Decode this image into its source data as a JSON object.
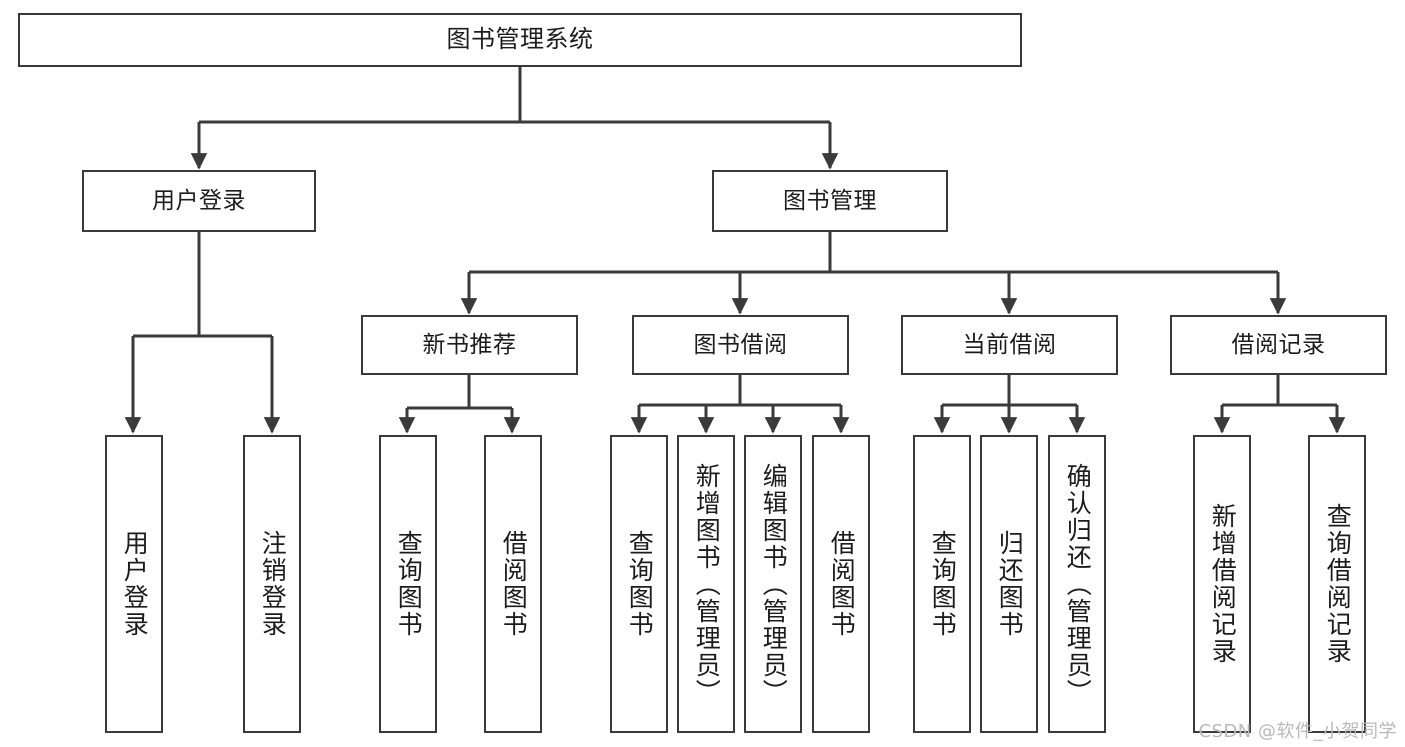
{
  "diagram": {
    "title_node": {
      "id": "root",
      "label": "图书管理系统"
    },
    "tier2": [
      {
        "id": "user-login",
        "label": "用户登录"
      },
      {
        "id": "book-manage",
        "label": "图书管理"
      }
    ],
    "tier3": [
      {
        "id": "new-book-rec",
        "label": "新书推荐"
      },
      {
        "id": "book-borrow",
        "label": "图书借阅"
      },
      {
        "id": "current-borrow",
        "label": "当前借阅"
      },
      {
        "id": "borrow-record",
        "label": "借阅记录"
      }
    ],
    "leaves": [
      {
        "id": "leaf-user-login",
        "label": "用户登录",
        "parent": "user-login"
      },
      {
        "id": "leaf-logout",
        "label": "注销登录",
        "parent": "user-login"
      },
      {
        "id": "leaf-query-book-1",
        "label": "查询图书",
        "parent": "new-book-rec"
      },
      {
        "id": "leaf-borrow-book-1",
        "label": "借阅图书",
        "parent": "new-book-rec"
      },
      {
        "id": "leaf-query-book-2",
        "label": "查询图书",
        "parent": "book-borrow"
      },
      {
        "id": "leaf-add-book",
        "label": "新增图书（管理员）",
        "parent": "book-borrow"
      },
      {
        "id": "leaf-edit-book",
        "label": "编辑图书（管理员）",
        "parent": "book-borrow"
      },
      {
        "id": "leaf-borrow-book-2",
        "label": "借阅图书",
        "parent": "book-borrow"
      },
      {
        "id": "leaf-query-book-3",
        "label": "查询图书",
        "parent": "current-borrow"
      },
      {
        "id": "leaf-return-book",
        "label": "归还图书",
        "parent": "current-borrow"
      },
      {
        "id": "leaf-confirm-return",
        "label": "确认归还（管理员）",
        "parent": "current-borrow"
      },
      {
        "id": "leaf-add-record",
        "label": "新增借阅记录",
        "parent": "borrow-record"
      },
      {
        "id": "leaf-query-record",
        "label": "查询借阅记录",
        "parent": "borrow-record"
      }
    ]
  },
  "watermark": {
    "text": "CSDN @软件_小贺同学"
  },
  "colors": {
    "stroke": "#3a3a3a",
    "background": "#ffffff",
    "text": "#1c1c1c",
    "watermark": "#b9b9b9"
  }
}
